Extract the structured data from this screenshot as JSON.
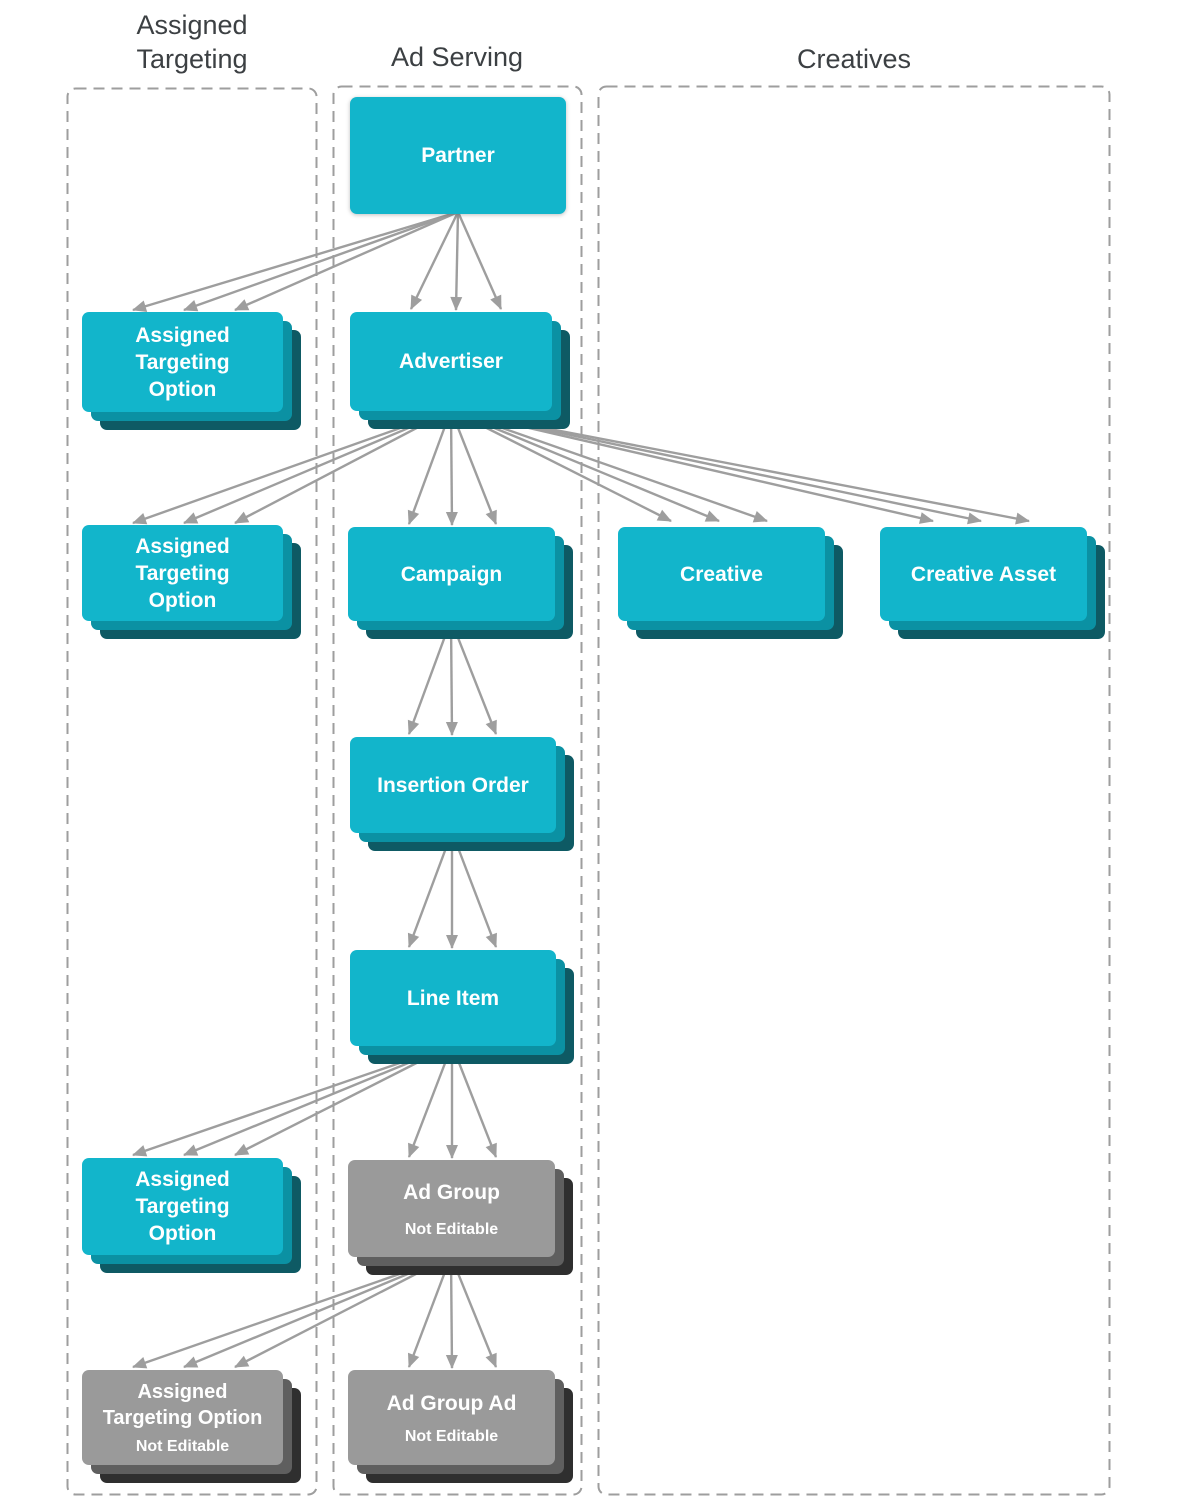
{
  "diagram": {
    "columns": [
      {
        "title": "Assigned Targeting"
      },
      {
        "title": "Ad Serving"
      },
      {
        "title": "Creatives"
      }
    ],
    "nodes": [
      {
        "id": "partner",
        "label": "Partner",
        "lines": [
          "Partner"
        ],
        "column": "Ad Serving",
        "style": "cyan",
        "stacked": false
      },
      {
        "id": "assigned-targeting-option-partner",
        "label": "Assigned Targeting Option",
        "lines": [
          "Assigned",
          "Targeting",
          "Option"
        ],
        "column": "Assigned Targeting",
        "style": "cyan",
        "stacked": true
      },
      {
        "id": "advertiser",
        "label": "Advertiser",
        "lines": [
          "Advertiser"
        ],
        "column": "Ad Serving",
        "style": "cyan",
        "stacked": true
      },
      {
        "id": "assigned-targeting-option-advertiser",
        "label": "Assigned Targeting Option",
        "lines": [
          "Assigned",
          "Targeting",
          "Option"
        ],
        "column": "Assigned Targeting",
        "style": "cyan",
        "stacked": true
      },
      {
        "id": "campaign",
        "label": "Campaign",
        "lines": [
          "Campaign"
        ],
        "column": "Ad Serving",
        "style": "cyan",
        "stacked": true
      },
      {
        "id": "creative",
        "label": "Creative",
        "lines": [
          "Creative"
        ],
        "column": "Creatives",
        "style": "cyan",
        "stacked": true
      },
      {
        "id": "creative-asset",
        "label": "Creative Asset",
        "lines": [
          "Creative Asset"
        ],
        "column": "Creatives",
        "style": "cyan",
        "stacked": true
      },
      {
        "id": "insertion-order",
        "label": "Insertion Order",
        "lines": [
          "Insertion Order"
        ],
        "column": "Ad Serving",
        "style": "cyan",
        "stacked": true
      },
      {
        "id": "line-item",
        "label": "Line Item",
        "lines": [
          "Line Item"
        ],
        "column": "Ad Serving",
        "style": "cyan",
        "stacked": true
      },
      {
        "id": "assigned-targeting-option-line-item",
        "label": "Assigned Targeting Option",
        "lines": [
          "Assigned",
          "Targeting",
          "Option"
        ],
        "column": "Assigned Targeting",
        "style": "cyan",
        "stacked": true
      },
      {
        "id": "ad-group",
        "label": "Ad Group",
        "lines": [
          "Ad Group"
        ],
        "sublabel": "Not Editable",
        "column": "Ad Serving",
        "style": "gray",
        "stacked": true
      },
      {
        "id": "assigned-targeting-option-ad-group",
        "label": "Assigned Targeting Option",
        "lines": [
          "Assigned",
          "Targeting Option"
        ],
        "sublabel": "Not Editable",
        "column": "Assigned Targeting",
        "style": "gray",
        "stacked": true
      },
      {
        "id": "ad-group-ad",
        "label": "Ad Group Ad",
        "lines": [
          "Ad Group Ad"
        ],
        "sublabel": "Not Editable",
        "column": "Ad Serving",
        "style": "gray",
        "stacked": true
      }
    ],
    "edges": [
      {
        "from": "Partner",
        "to": "Assigned Targeting Option"
      },
      {
        "from": "Partner",
        "to": "Advertiser"
      },
      {
        "from": "Advertiser",
        "to": "Assigned Targeting Option"
      },
      {
        "from": "Advertiser",
        "to": "Campaign"
      },
      {
        "from": "Advertiser",
        "to": "Creative"
      },
      {
        "from": "Advertiser",
        "to": "Creative Asset"
      },
      {
        "from": "Campaign",
        "to": "Insertion Order"
      },
      {
        "from": "Insertion Order",
        "to": "Line Item"
      },
      {
        "from": "Line Item",
        "to": "Assigned Targeting Option"
      },
      {
        "from": "Line Item",
        "to": "Ad Group"
      },
      {
        "from": "Ad Group",
        "to": "Assigned Targeting Option (Not Editable)"
      },
      {
        "from": "Ad Group",
        "to": "Ad Group Ad"
      }
    ],
    "colors": {
      "node_cyan": "#12b5cb",
      "node_cyan_mid": "#0b91a3",
      "node_cyan_back": "#0e5a64",
      "node_gray": "#9a9a9a",
      "node_gray_mid": "#5f5f5f",
      "node_gray_back": "#2f2f2f",
      "arrow": "#9e9e9e",
      "border": "#9e9e9e",
      "title_text": "#3c4043"
    }
  }
}
